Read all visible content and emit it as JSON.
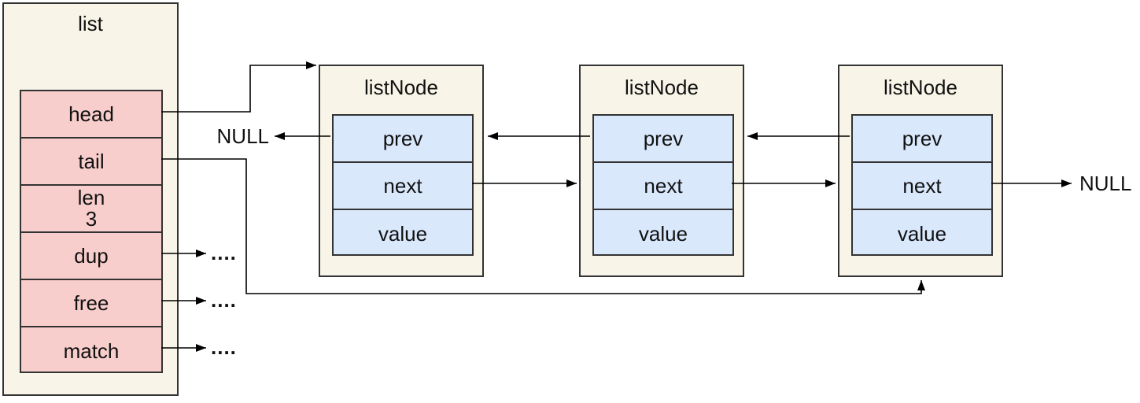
{
  "colors": {
    "canvas-bg": "#ffffff",
    "box-fill": "#f8f5e8",
    "pink-fill": "#f8cecc",
    "blue-fill": "#dae8fc",
    "border-color": "#333333",
    "arrow-color": "#000000",
    "text-color": "#111111"
  },
  "list": {
    "title": "list",
    "fields": [
      {
        "label": "head"
      },
      {
        "label": "tail"
      },
      {
        "label": "len",
        "value": "3"
      },
      {
        "label": "dup"
      },
      {
        "label": "free"
      },
      {
        "label": "match"
      }
    ]
  },
  "nodes": [
    {
      "title": "listNode",
      "fields": [
        {
          "label": "prev"
        },
        {
          "label": "next"
        },
        {
          "label": "value"
        }
      ]
    },
    {
      "title": "listNode",
      "fields": [
        {
          "label": "prev"
        },
        {
          "label": "next"
        },
        {
          "label": "value"
        }
      ]
    },
    {
      "title": "listNode",
      "fields": [
        {
          "label": "prev"
        },
        {
          "label": "next"
        },
        {
          "label": "value"
        }
      ]
    }
  ],
  "labels": {
    "null_left": "NULL",
    "null_right": "NULL",
    "dots": "...."
  }
}
